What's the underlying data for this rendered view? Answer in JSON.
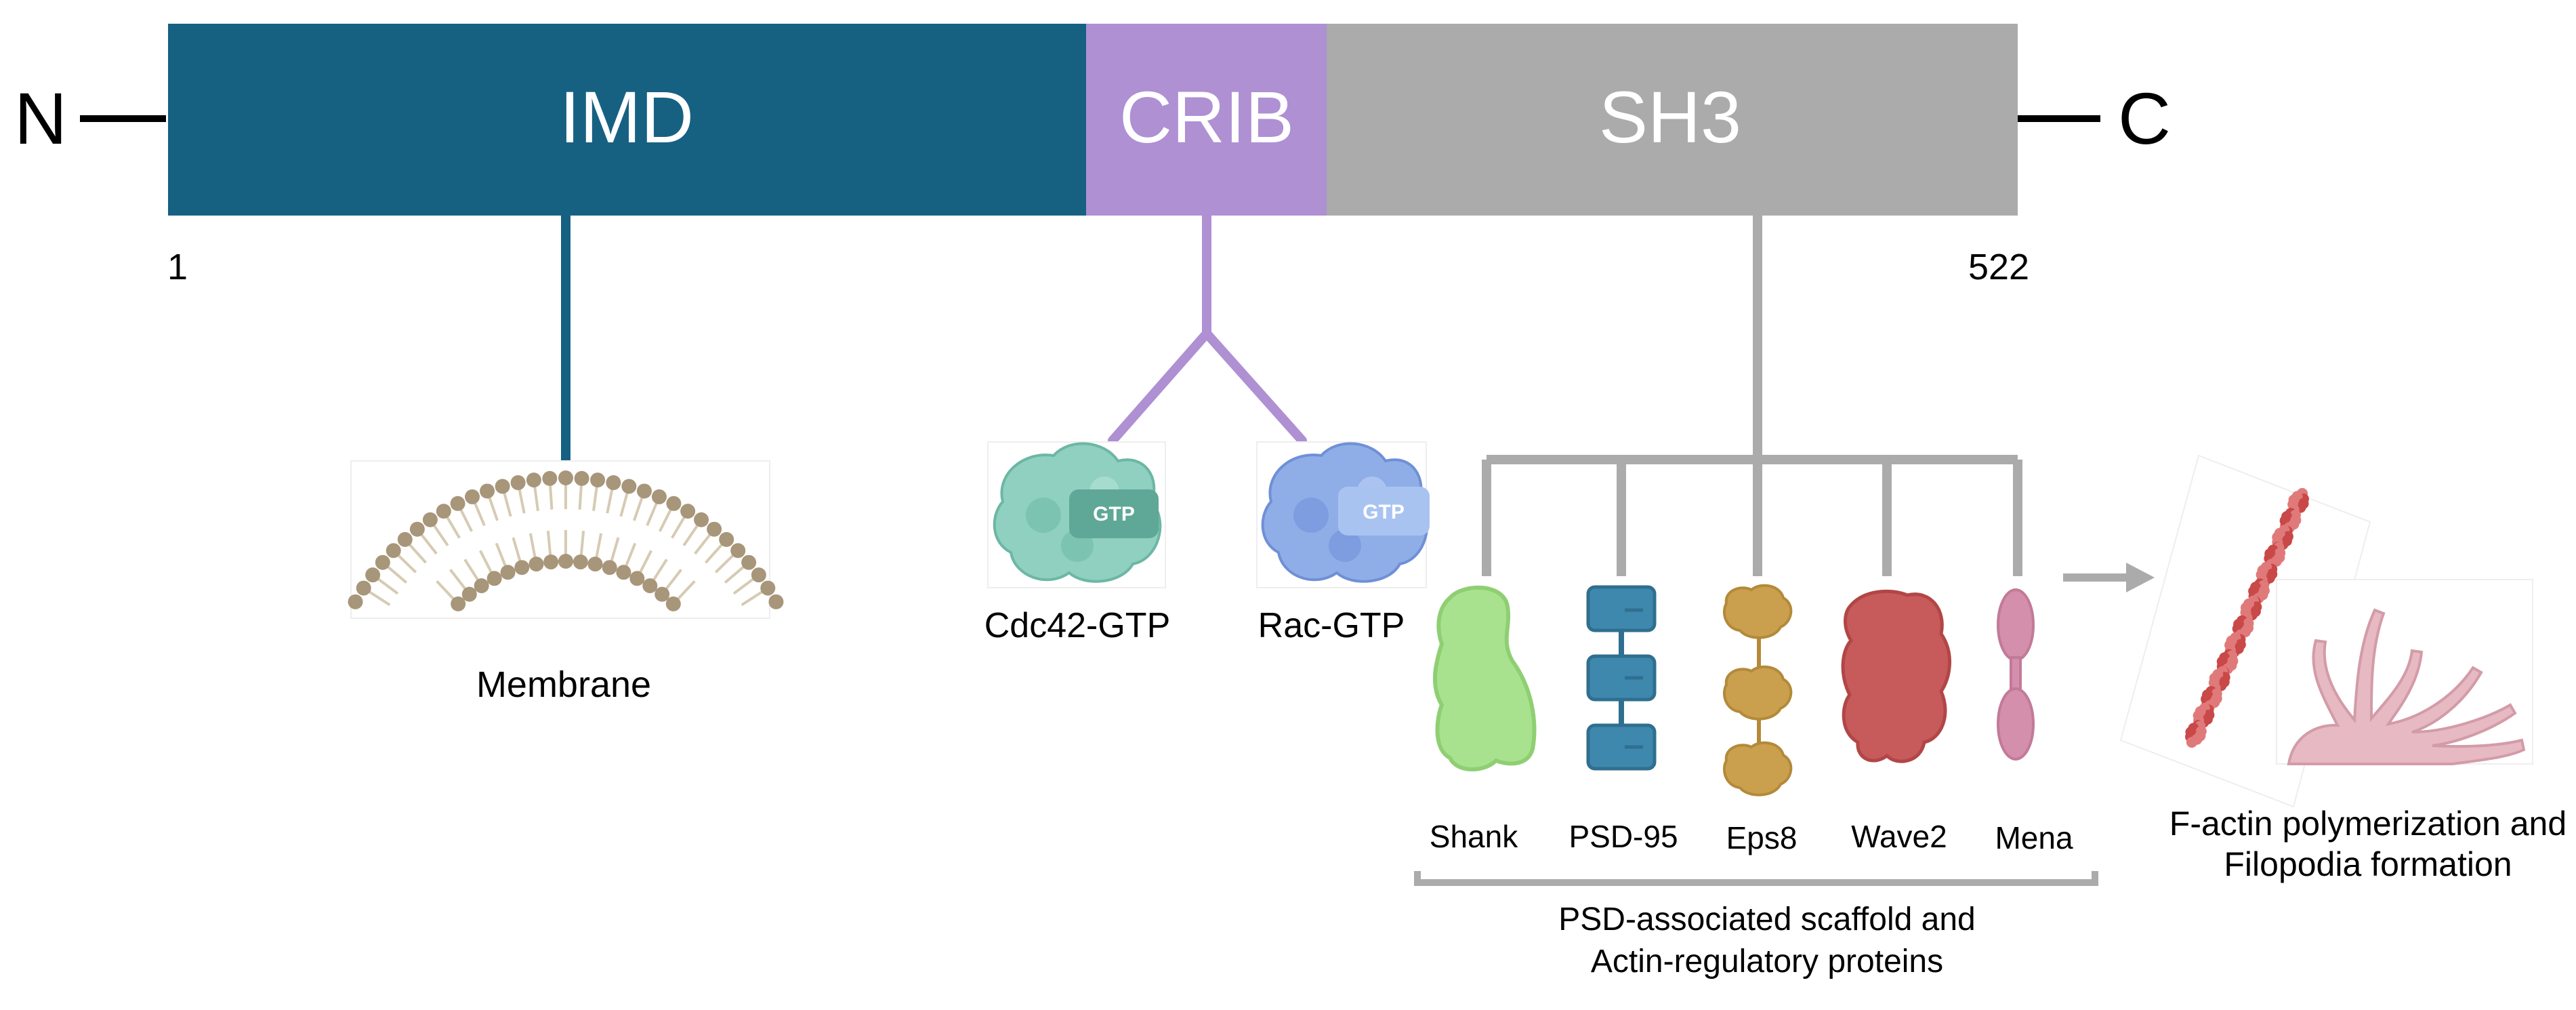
{
  "protein": {
    "n_terminus": "N",
    "c_terminus": "C",
    "start_residue": "1",
    "end_residue": "522",
    "domains": [
      {
        "label": "IMD",
        "color": "#166182"
      },
      {
        "label": "CRIB",
        "color": "#ae90d3"
      },
      {
        "label": "SH3",
        "color": "#ababab"
      }
    ]
  },
  "membrane": {
    "label": "Membrane"
  },
  "gtpases": [
    {
      "label": "Cdc42-GTP",
      "tag": "GTP",
      "color": "#8fd0c0"
    },
    {
      "label": "Rac-GTP",
      "tag": "GTP",
      "color": "#8faee8"
    }
  ],
  "sh3_partners": {
    "items": [
      {
        "label": "Shank",
        "color": "#a9e28f"
      },
      {
        "label": "PSD-95",
        "color": "#3f88ad"
      },
      {
        "label": "Eps8",
        "color": "#caa04e"
      },
      {
        "label": "Wave2",
        "color": "#c75a5a"
      },
      {
        "label": "Mena",
        "color": "#d38fab"
      }
    ],
    "group_label_line1": "PSD-associated scaffold and",
    "group_label_line2": "Actin-regulatory proteins"
  },
  "outcome": {
    "line1": "F-actin polymerization and",
    "line2": "Filopodia formation"
  },
  "colors": {
    "imd_link": "#166182",
    "crib_link": "#ae90d3",
    "sh3_link": "#ababab",
    "lipid_head": "#a8967a",
    "lipid_tail": "#d6cbb3",
    "actin": "#c94848",
    "filopodia": "#e6b9c3"
  }
}
